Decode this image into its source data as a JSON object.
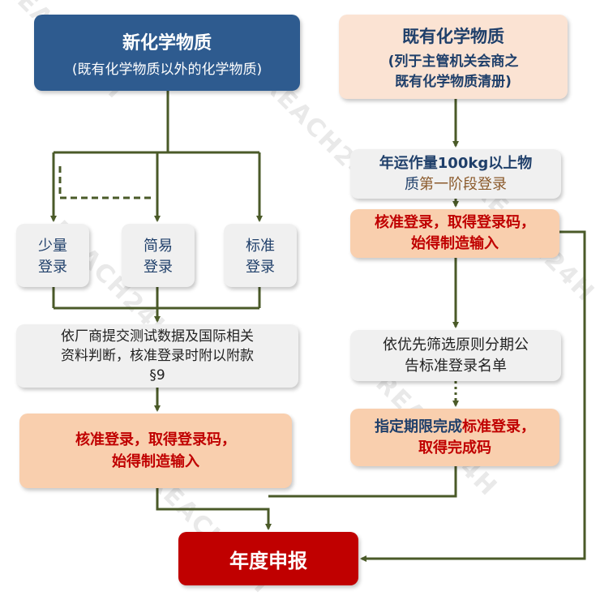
{
  "watermark": "REACH24H",
  "new_substance": {
    "title": "新化学物质",
    "subtitle": "(既有化学物质以外的化学物质)"
  },
  "existing_substance": {
    "title": "既有化学物质",
    "subtitle_line1": "(列于主管机关会商之",
    "subtitle_line2": "既有化学物质清册)"
  },
  "registration_types": [
    {
      "line1": "少量",
      "line2": "登录"
    },
    {
      "line1": "简易",
      "line2": "登录"
    },
    {
      "line1": "标准",
      "line2": "登录"
    }
  ],
  "left_review": {
    "line1": "依厂商提交测试数据及国际相关",
    "line2": "资料判断，核准登录时附以附款",
    "line3": "§9"
  },
  "left_approval": {
    "line1": "核准登录，取得登录码，",
    "line2": "始得制造输入"
  },
  "phase_one": {
    "line1": "年运作量100kg以上物",
    "line2_part1": "质",
    "line2_part2": "第一阶段登录"
  },
  "right_approval": {
    "line1": "核准登录，取得登录码，",
    "line2": "始得制造输入"
  },
  "screening": {
    "line1": "依优先筛选原则分期公",
    "line2": "告标准登录名单"
  },
  "deadline": {
    "line1_part1": "指定期限完成",
    "line1_part2": "标准登录，",
    "line2": "取得完成码"
  },
  "annual_report": "年度申报",
  "colors": {
    "navy": "#2e5b8f",
    "peach": "#fbe3d3",
    "grey": "#f0f0f0",
    "orange": "#f9cfae",
    "red": "#c00000",
    "arrow": "#4a5a28"
  }
}
